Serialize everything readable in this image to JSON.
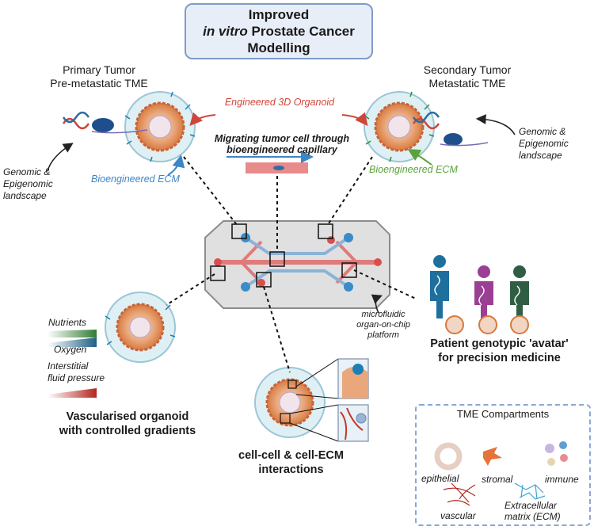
{
  "title": {
    "line1": "Improved",
    "line2_italic": "in vitro",
    "line2_rest": " Prostate Cancer",
    "line3": "Modelling"
  },
  "primary": {
    "line1": "Primary Tumor",
    "line2": "Pre-metastatic TME"
  },
  "secondary": {
    "line1": "Secondary Tumor",
    "line2": "Metastatic TME"
  },
  "engineered_organoid": "Engineered 3D Organoid",
  "migrating": {
    "line1": "Migrating tumor cell through",
    "line2": "bioengineered capillary"
  },
  "genomic_left": {
    "line1": "Genomic &",
    "line2": "Epigenomic",
    "line3": "landscape"
  },
  "genomic_right": {
    "line1": "Genomic &",
    "line2": "Epigenomic",
    "line3": "landscape"
  },
  "ecm_left": "Bioengineered ECM",
  "ecm_right": "Bioengineered ECM",
  "chip_label": {
    "line1": "microfluidic",
    "line2": "organ-on-chip",
    "line3": "platform"
  },
  "avatar": {
    "line1": "Patient genotypic 'avatar'",
    "line2": "for precision medicine"
  },
  "gradients": {
    "nutrients": "Nutrients",
    "oxygen": "Oxygen",
    "pressure_line1": "Interstitial",
    "pressure_line2": "fluid pressure"
  },
  "vascularised": {
    "line1": "Vascularised organoid",
    "line2": "with controlled gradients"
  },
  "interactions": {
    "line1": "cell-cell & cell-ECM",
    "line2": "interactions"
  },
  "legend": {
    "title": "TME Compartments",
    "epithelial": "epithelial",
    "stromal": "stromal",
    "immune": "immune",
    "vascular": "vascular",
    "ecm_line1": "Extracellular",
    "ecm_line2": "matrix (ECM)"
  },
  "colors": {
    "red_text": "#d0453a",
    "blue_text": "#3b86c6",
    "green_text": "#5aa33a",
    "chip_red": "#e07b7b",
    "chip_blue": "#8bb3d6",
    "person_blue": "#1f6f9e",
    "person_purple": "#9a3f94",
    "person_green": "#2f5e45"
  }
}
